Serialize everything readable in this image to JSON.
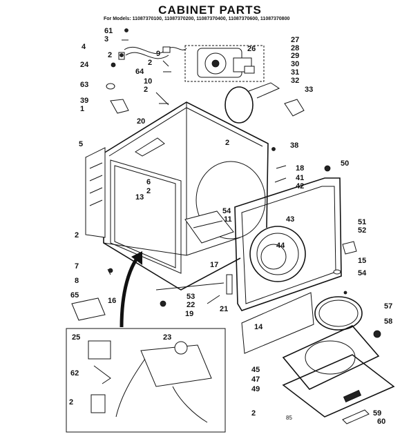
{
  "title": "CABINET PARTS",
  "models_line": "For Models: 11087370100, 11087370200, 11087370400, 11087370600, 11087370800",
  "page_number": "85",
  "callouts": [
    {
      "id": "c61",
      "text": "61"
    },
    {
      "id": "c3",
      "text": "3"
    },
    {
      "id": "c4",
      "text": "4"
    },
    {
      "id": "c2a",
      "text": "2"
    },
    {
      "id": "c24",
      "text": "24"
    },
    {
      "id": "c9",
      "text": "9"
    },
    {
      "id": "c2b",
      "text": "2"
    },
    {
      "id": "c64",
      "text": "64"
    },
    {
      "id": "c10",
      "text": "10"
    },
    {
      "id": "c2c",
      "text": "2"
    },
    {
      "id": "c63",
      "text": "63"
    },
    {
      "id": "c39",
      "text": "39"
    },
    {
      "id": "c1",
      "text": "1"
    },
    {
      "id": "c20",
      "text": "20"
    },
    {
      "id": "c5",
      "text": "5"
    },
    {
      "id": "c6",
      "text": "6"
    },
    {
      "id": "c2d",
      "text": "2"
    },
    {
      "id": "c13",
      "text": "13"
    },
    {
      "id": "c2e",
      "text": "2"
    },
    {
      "id": "c7",
      "text": "7"
    },
    {
      "id": "c8",
      "text": "8"
    },
    {
      "id": "c65",
      "text": "65"
    },
    {
      "id": "c16",
      "text": "16"
    },
    {
      "id": "c27",
      "text": "27"
    },
    {
      "id": "c26",
      "text": "26"
    },
    {
      "id": "c28",
      "text": "28"
    },
    {
      "id": "c29",
      "text": "29"
    },
    {
      "id": "c30",
      "text": "30"
    },
    {
      "id": "c31",
      "text": "31"
    },
    {
      "id": "c32",
      "text": "32"
    },
    {
      "id": "c33",
      "text": "33"
    },
    {
      "id": "c2f",
      "text": "2"
    },
    {
      "id": "c38",
      "text": "38"
    },
    {
      "id": "c50",
      "text": "50"
    },
    {
      "id": "c18",
      "text": "18"
    },
    {
      "id": "c41",
      "text": "41"
    },
    {
      "id": "c42",
      "text": "42"
    },
    {
      "id": "c54a",
      "text": "54"
    },
    {
      "id": "c11",
      "text": "11"
    },
    {
      "id": "c43",
      "text": "43"
    },
    {
      "id": "c51",
      "text": "51"
    },
    {
      "id": "c52",
      "text": "52"
    },
    {
      "id": "c44",
      "text": "44"
    },
    {
      "id": "c15",
      "text": "15"
    },
    {
      "id": "c17",
      "text": "17"
    },
    {
      "id": "c54b",
      "text": "54"
    },
    {
      "id": "c53",
      "text": "53"
    },
    {
      "id": "c22",
      "text": "22"
    },
    {
      "id": "c21",
      "text": "21"
    },
    {
      "id": "c19",
      "text": "19"
    },
    {
      "id": "c57",
      "text": "57"
    },
    {
      "id": "c14",
      "text": "14"
    },
    {
      "id": "c58",
      "text": "58"
    },
    {
      "id": "c25",
      "text": "25"
    },
    {
      "id": "c23",
      "text": "23"
    },
    {
      "id": "c62",
      "text": "62"
    },
    {
      "id": "c2g",
      "text": "2"
    },
    {
      "id": "c2h",
      "text": "2"
    },
    {
      "id": "c45",
      "text": "45"
    },
    {
      "id": "c47",
      "text": "47"
    },
    {
      "id": "c49",
      "text": "49"
    },
    {
      "id": "c59",
      "text": "59"
    },
    {
      "id": "c60",
      "text": "60"
    }
  ]
}
